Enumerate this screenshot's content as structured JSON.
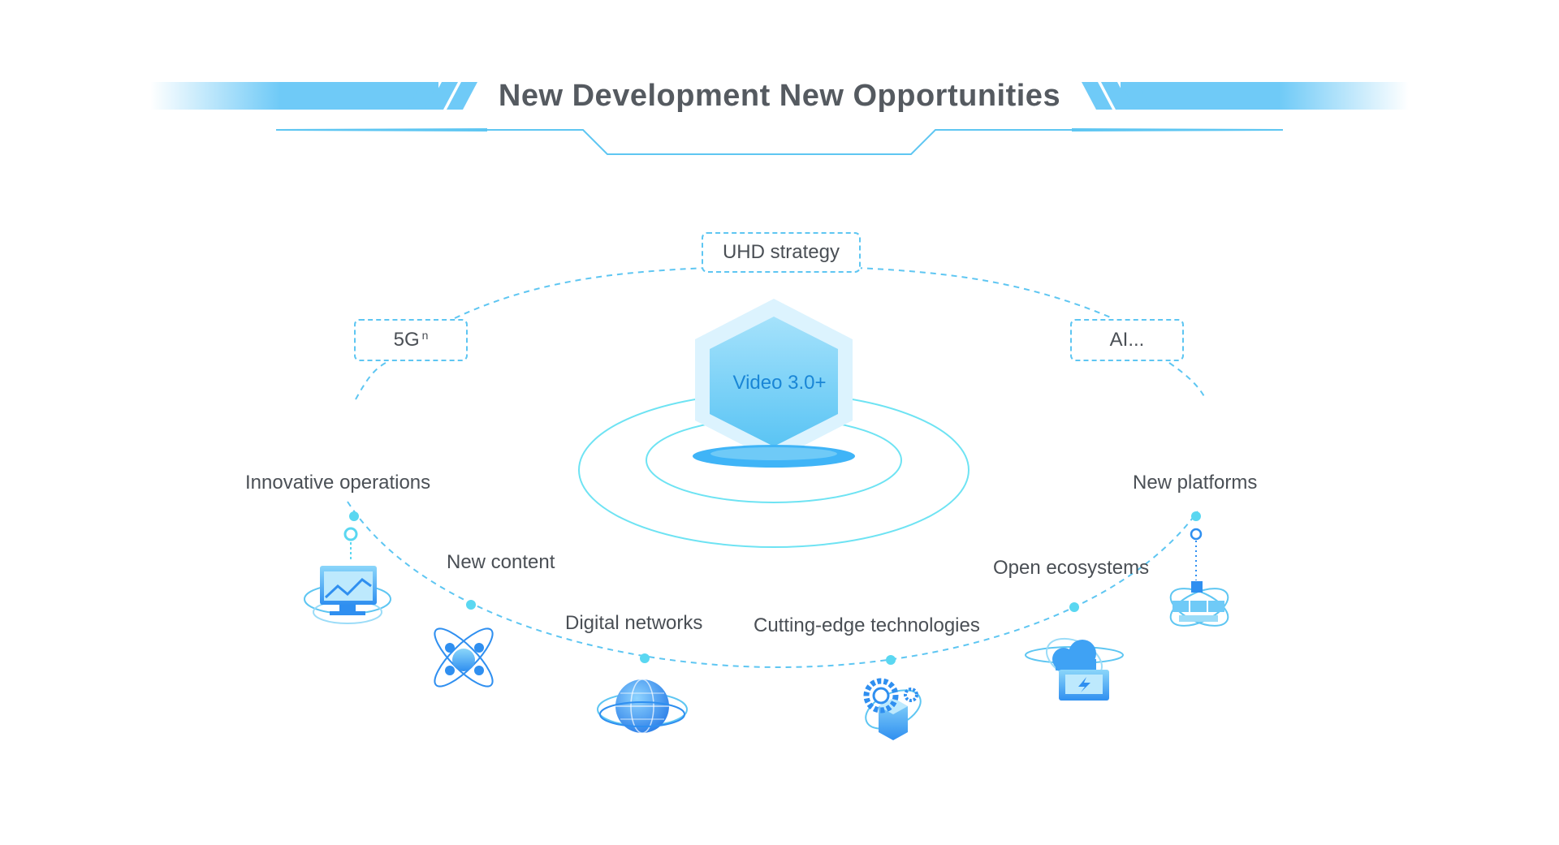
{
  "header": {
    "title": "New Development New Opportunities"
  },
  "strategy_tags": {
    "top": "UHD strategy",
    "left_base": "5G",
    "left_sup": "n",
    "right": "AI..."
  },
  "center": {
    "label": "Video 3.0+"
  },
  "items": [
    {
      "label": "Innovative operations",
      "icon": "monitor-chart-icon"
    },
    {
      "label": "New content",
      "icon": "atom-orbit-icon"
    },
    {
      "label": "Digital networks",
      "icon": "globe-icon"
    },
    {
      "label": "Cutting-edge technologies",
      "icon": "gear-cube-icon"
    },
    {
      "label": "Open ecosystems",
      "icon": "cloud-server-icon"
    },
    {
      "label": "New platforms",
      "icon": "network-platform-icon"
    }
  ],
  "colors": {
    "accent": "#5ec6f2",
    "accent_dark": "#1a86d6",
    "text": "#4a4f55",
    "title": "#555a60"
  }
}
